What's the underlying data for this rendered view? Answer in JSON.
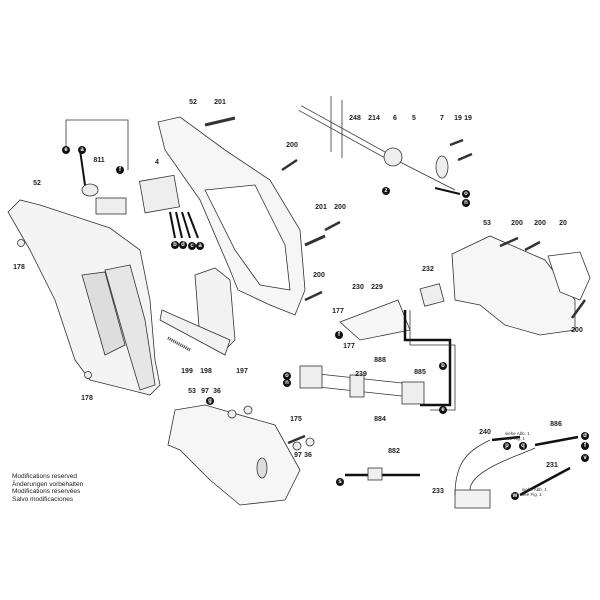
{
  "diagram": {
    "part_labels": [
      "52",
      "201",
      "248",
      "214",
      "6",
      "5",
      "7",
      "19",
      "19",
      "811",
      "4",
      "52",
      "200",
      "201",
      "200",
      "53",
      "200",
      "200",
      "20",
      "178",
      "200",
      "232",
      "230",
      "229",
      "177",
      "200",
      "177",
      "199",
      "198",
      "197",
      "888",
      "239",
      "885",
      "178",
      "53",
      "97",
      "36",
      "884",
      "175",
      "97",
      "36",
      "886",
      "240",
      "882",
      "231",
      "233"
    ],
    "connector_letters": [
      "e",
      "a",
      "f",
      "b",
      "d",
      "c",
      "a",
      "z",
      "o",
      "n",
      "f",
      "o",
      "n",
      "b",
      "e",
      "g",
      "p",
      "q",
      "d",
      "f",
      "v",
      "w",
      "s"
    ],
    "see_fig_notes": [
      "siehe Abb. 1\nsee Fig. 1",
      "siehe Abb. 1\nsee Fig. 1"
    ],
    "footer_notes": [
      "Modifications reserved",
      "Änderungen vorbehalten",
      "Modifications réservées",
      "Salvo modificaciones"
    ]
  }
}
